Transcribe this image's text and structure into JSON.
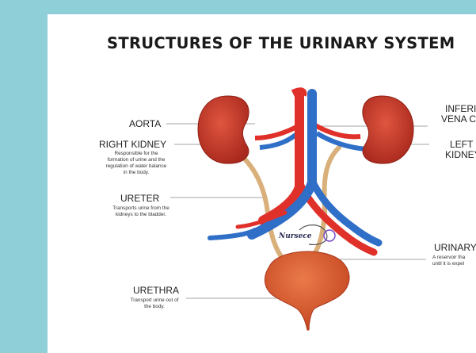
{
  "title": "STRUCTURES OF THE URINARY SYSTEM",
  "brand": "Nursece",
  "labels": {
    "aorta": "AORTA",
    "right_kidney": "RIGHT KIDNEY",
    "right_kidney_desc": [
      "Responsible for the",
      "formation of urine and the",
      "regulation of water balance",
      "in the body."
    ],
    "ureter": "URETER",
    "ureter_desc": [
      "Transports urine from the",
      "kidneys to the bladder."
    ],
    "urethra": "URETHRA",
    "urethra_desc": [
      "Transport urine out of",
      "the body."
    ],
    "inferior_vena_cava": [
      "INFERIO",
      "VENA CA"
    ],
    "left_kidney": [
      "LEFT",
      "KIDNEY"
    ],
    "urinary_bladder": "URINARY",
    "urinary_bladder_desc": [
      "A reservoir tha",
      "until it is expel"
    ]
  },
  "colors": {
    "background": "#8ecfd8",
    "kidney": "#c93a2b",
    "artery": "#e0302a",
    "vein": "#2f6fc7",
    "ureter": "#d9b07a",
    "bladder": "#d85a2c"
  }
}
